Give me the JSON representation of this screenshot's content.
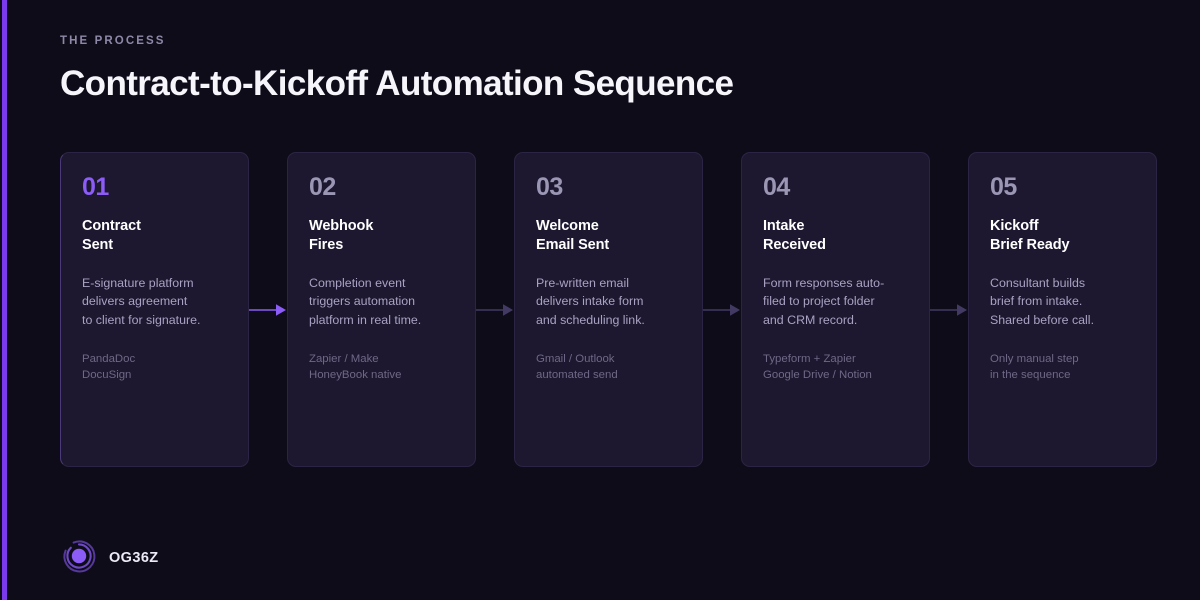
{
  "header": {
    "eyebrow": "THE PROCESS",
    "title": "Contract-to-Kickoff Automation Sequence"
  },
  "colors": {
    "page_background": "#0f0c1a",
    "card_background": "#1d1830",
    "card_border": "#2c2444",
    "accent_purple": "#7c3aed",
    "active_number": "#8b5cf6",
    "muted_number": "#9b96b4",
    "arrow_active": "#8b5cf6",
    "arrow_muted": "#423a63",
    "title_text": "#f6f5fa",
    "desc_text": "#a9a2c2",
    "tools_text": "#6f6886"
  },
  "steps": [
    {
      "number": "01",
      "title": "Contract\nSent",
      "description": "E-signature platform\ndelivers agreement\nto client for signature.",
      "tools": "PandaDoc\nDocuSign",
      "active": true
    },
    {
      "number": "02",
      "title": "Webhook\nFires",
      "description": "Completion event\ntriggers automation\nplatform in real time.",
      "tools": "Zapier / Make\nHoneyBook native",
      "active": false
    },
    {
      "number": "03",
      "title": "Welcome\nEmail Sent",
      "description": "Pre-written email\ndelivers intake form\nand scheduling link.",
      "tools": "Gmail / Outlook\nautomated send",
      "active": false
    },
    {
      "number": "04",
      "title": "Intake\nReceived",
      "description": "Form responses auto-\nfiled to project folder\nand CRM record.",
      "tools": "Typeform + Zapier\nGoogle Drive / Notion",
      "active": false
    },
    {
      "number": "05",
      "title": "Kickoff\nBrief Ready",
      "description": "Consultant builds\nbrief from intake.\nShared before call.",
      "tools": "Only manual step\nin the sequence",
      "active": false
    }
  ],
  "connectors": [
    {
      "name": "arrow-1-to-2",
      "highlighted": true
    },
    {
      "name": "arrow-2-to-3",
      "highlighted": false
    },
    {
      "name": "arrow-3-to-4",
      "highlighted": false
    },
    {
      "name": "arrow-4-to-5",
      "highlighted": false
    }
  ],
  "footer": {
    "logo_text": "OG36Z",
    "logo_icon": "concentric-rings-logo"
  }
}
